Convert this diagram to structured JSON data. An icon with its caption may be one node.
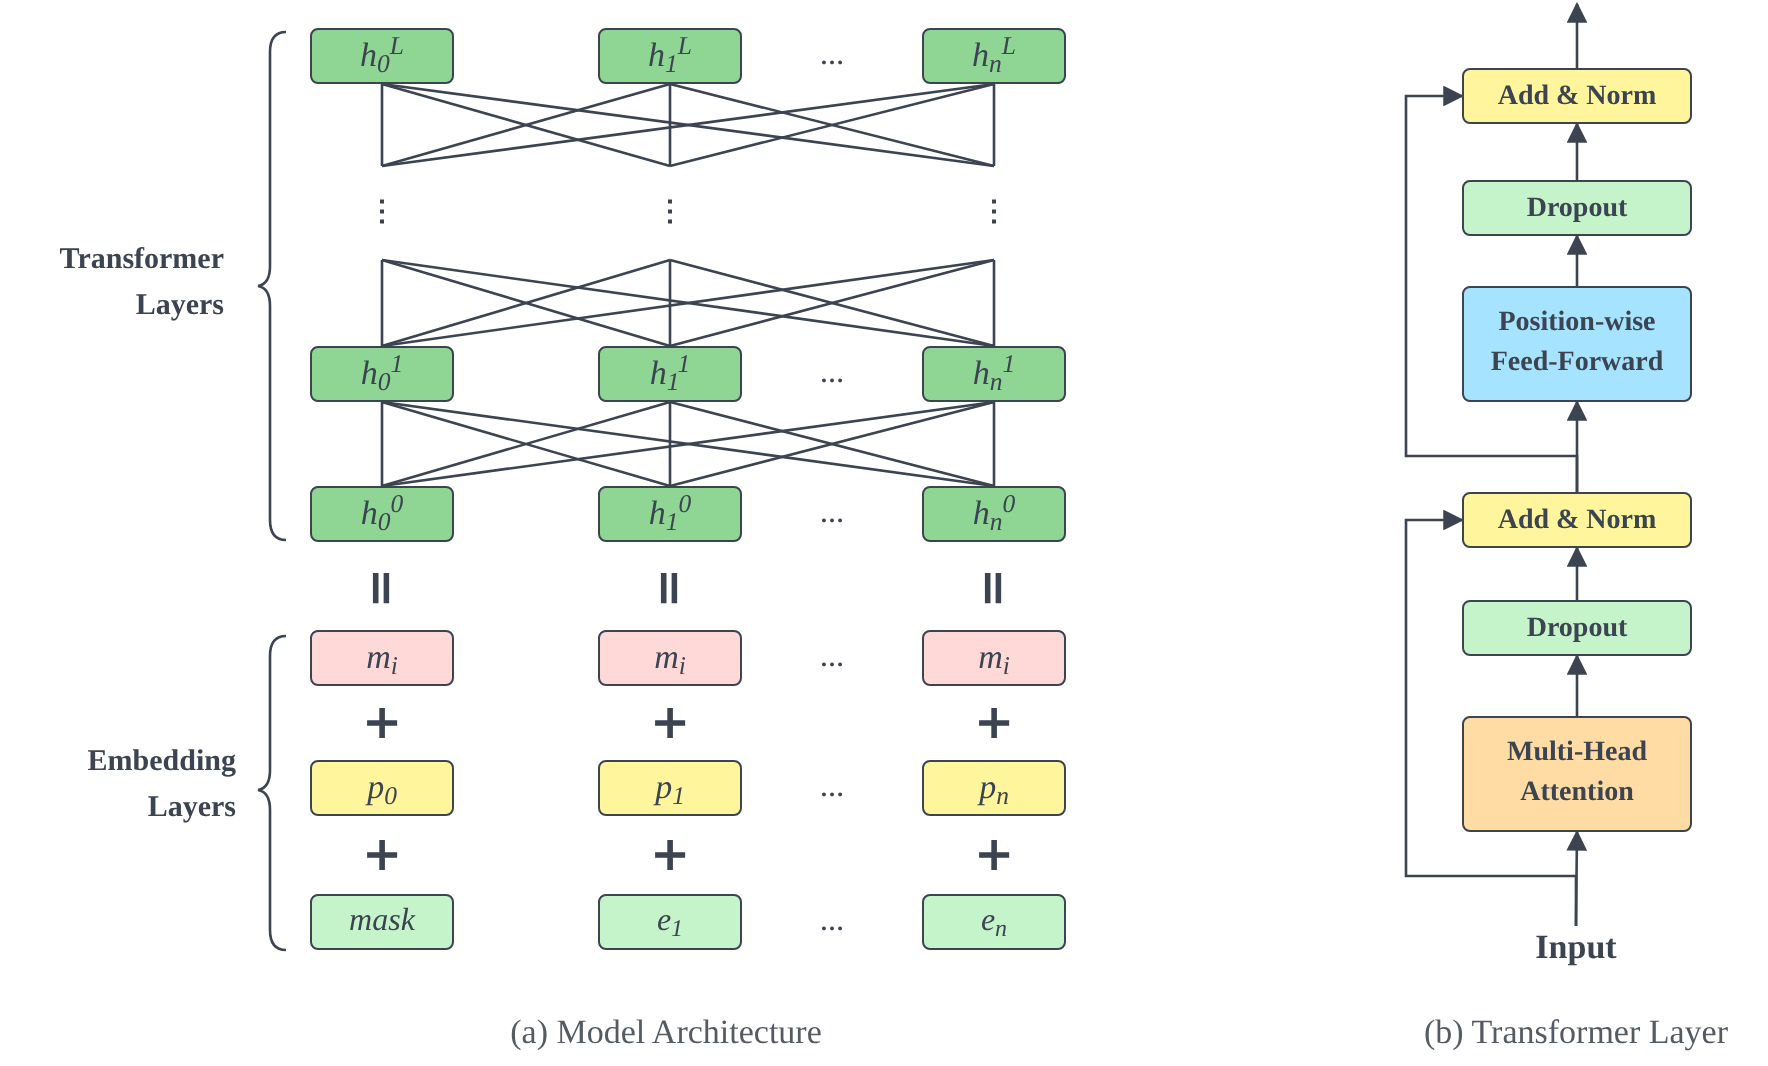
{
  "diagram": {
    "nodes": [
      {
        "text": [
          "h$_{0}$$^{L}$"
        ]
      },
      {
        "text": [
          "h$_{1}$$^{L}$"
        ]
      },
      {
        "text": [
          "h$_{n}$$^{L}$"
        ]
      },
      {
        "text": [
          "⋮"
        ]
      },
      {
        "text": [
          "⋮"
        ]
      },
      {
        "text": [
          "⋮"
        ]
      },
      {
        "text": [
          "h$_{0}$$^{1}$"
        ]
      },
      {
        "text": [
          "h$_{1}$$^{1}$"
        ]
      },
      {
        "text": [
          "h$_{n}$$^{1}$"
        ]
      },
      {
        "text": [
          "h$_{0}$$^{0}$"
        ]
      },
      {
        "text": [
          "h$_{1}$$^{0}$"
        ]
      },
      {
        "text": [
          "h$_{n}$$^{0}$"
        ]
      },
      {
        "text": [
          "m$_{i}$"
        ]
      },
      {
        "text": [
          "m$_{i}$"
        ]
      },
      {
        "text": [
          "m$_{i}$"
        ]
      },
      {
        "text": [
          "p$_{0}$"
        ]
      },
      {
        "text": [
          "p$_{1}$"
        ]
      },
      {
        "text": [
          "p$_{n}$"
        ]
      },
      {
        "text": [
          "mask"
        ]
      },
      {
        "text": [
          "e$_{1}$"
        ]
      },
      {
        "text": [
          "e$_{n}$"
        ]
      },
      {
        "text": [
          "Add & Norm"
        ]
      },
      {
        "text": [
          "Dropout"
        ]
      },
      {
        "text": [
          "Position-wise Feed-Forward"
        ]
      },
      {
        "text": [
          "Add & Norm"
        ]
      },
      {
        "text": [
          "Dropout"
        ]
      },
      {
        "text": [
          "Multi-Head Attention"
        ]
      },
      {
        "text": [
          "Input"
        ]
      }
    ],
    "edges": [
      {
        "from": 0,
        "to": 3,
        "arrow": "none"
      },
      {
        "from": 0,
        "to": 4,
        "arrow": "none"
      },
      {
        "from": 0,
        "to": 5,
        "arrow": "none"
      },
      {
        "from": 1,
        "to": 3,
        "arrow": "none"
      },
      {
        "from": 1,
        "to": 4,
        "arrow": "none"
      },
      {
        "from": 1,
        "to": 5,
        "arrow": "none"
      },
      {
        "from": 2,
        "to": 3,
        "arrow": "none"
      },
      {
        "from": 2,
        "to": 4,
        "arrow": "none"
      },
      {
        "from": 2,
        "to": 5,
        "arrow": "none"
      },
      {
        "from": 3,
        "to": 6,
        "arrow": "none"
      },
      {
        "from": 3,
        "to": 7,
        "arrow": "none"
      },
      {
        "from": 3,
        "to": 8,
        "arrow": "none"
      },
      {
        "from": 4,
        "to": 6,
        "arrow": "none"
      },
      {
        "from": 4,
        "to": 7,
        "arrow": "none"
      },
      {
        "from": 4,
        "to": 8,
        "arrow": "none"
      },
      {
        "from": 5,
        "to": 6,
        "arrow": "none"
      },
      {
        "from": 5,
        "to": 7,
        "arrow": "none"
      },
      {
        "from": 5,
        "to": 8,
        "arrow": "none"
      },
      {
        "from": 6,
        "to": 9,
        "arrow": "none"
      },
      {
        "from": 6,
        "to": 10,
        "arrow": "none"
      },
      {
        "from": 6,
        "to": 11,
        "arrow": "none"
      },
      {
        "from": 7,
        "to": 9,
        "arrow": "none"
      },
      {
        "from": 7,
        "to": 10,
        "arrow": "none"
      },
      {
        "from": 7,
        "to": 11,
        "arrow": "none"
      },
      {
        "from": 8,
        "to": 9,
        "arrow": "none"
      },
      {
        "from": 8,
        "to": 10,
        "arrow": "none"
      },
      {
        "from": 8,
        "to": 11,
        "arrow": "none"
      },
      {
        "from": 27,
        "to": 26,
        "arrow": "to"
      },
      {
        "from": 26,
        "to": 25,
        "arrow": "to"
      },
      {
        "from": 25,
        "to": 24,
        "arrow": "to"
      },
      {
        "from": 24,
        "to": 23,
        "arrow": "to"
      },
      {
        "from": 23,
        "to": 22,
        "arrow": "to"
      },
      {
        "from": 22,
        "to": 21,
        "arrow": "to"
      },
      {
        "from": 21,
        "to": null,
        "arrow": "to"
      },
      {
        "from": 27,
        "to": 24,
        "arrow": "to"
      },
      {
        "from": 24,
        "to": 21,
        "arrow": "to"
      }
    ],
    "labels": [
      "Transformer Layers",
      "…",
      "…",
      "…",
      "=",
      "=",
      "=",
      "Embedding Layers",
      "…",
      "+",
      "+",
      "+",
      "…",
      "+",
      "+",
      "+",
      "…",
      "(a) Model Architecture",
      "(b) Transformer Layer"
    ]
  }
}
